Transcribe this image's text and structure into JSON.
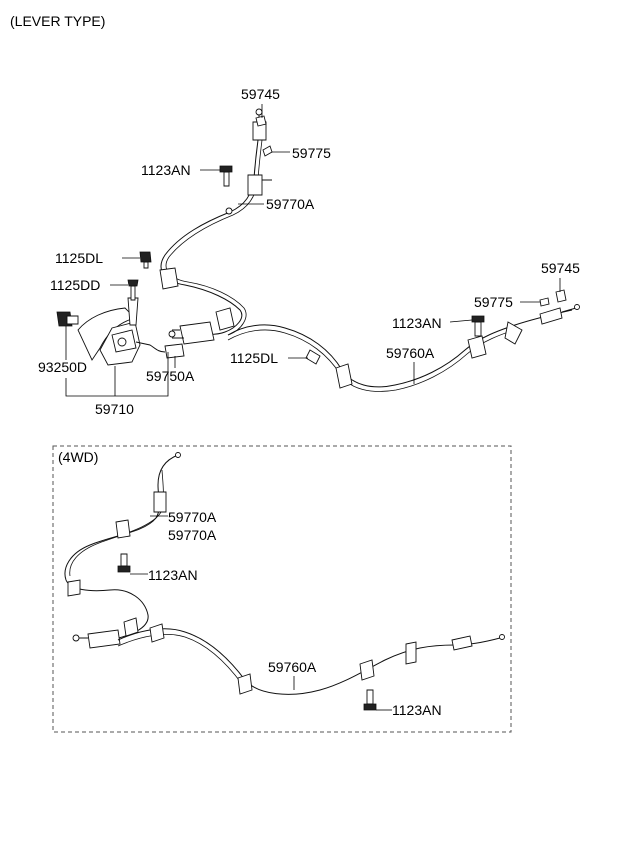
{
  "header": {
    "title": "(LEVER TYPE)"
  },
  "inset": {
    "title": "(4WD)"
  },
  "labels": {
    "p59745_top": "59745",
    "p59775_top": "59775",
    "p1123AN_top": "1123AN",
    "p59770A_top": "59770A",
    "p1125DL_left": "1125DL",
    "p1125DD": "1125DD",
    "p59745_right": "59745",
    "p59775_right": "59775",
    "p1123AN_right": "1123AN",
    "p93250D": "93250D",
    "p59750A": "59750A",
    "p1125DL_mid": "1125DL",
    "p59760A_top": "59760A",
    "p59710": "59710",
    "p59770A_4wd_a": "59770A",
    "p59770A_4wd_b": "59770A",
    "p1123AN_4wd_a": "1123AN",
    "p59760A_4wd": "59760A",
    "p1123AN_4wd_b": "1123AN"
  }
}
